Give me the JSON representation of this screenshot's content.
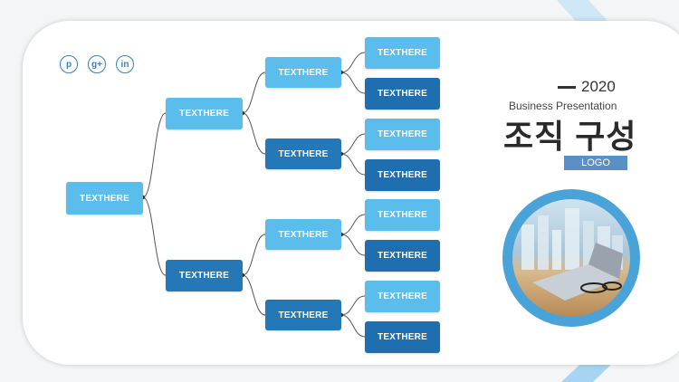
{
  "header": {
    "year": "2020",
    "subtitle": "Business Presentation",
    "title": "조직 구성",
    "logo": "LOGO"
  },
  "social": [
    {
      "icon": "pinterest-icon",
      "glyph": "p"
    },
    {
      "icon": "google-plus-icon",
      "glyph": "g+"
    },
    {
      "icon": "linkedin-icon",
      "glyph": "in"
    }
  ],
  "org": {
    "root": "TEXTHERE",
    "level1": [
      "TEXTHERE",
      "TEXTHERE"
    ],
    "level2": [
      "TEXTHERE",
      "TEXTHERE",
      "TEXTHERE",
      "TEXTHERE"
    ],
    "level3": [
      "TEXTHERE",
      "TEXTHERE",
      "TEXTHERE",
      "TEXTHERE",
      "TEXTHERE",
      "TEXTHERE",
      "TEXTHERE",
      "TEXTHERE"
    ]
  },
  "colors": {
    "light": "#5bbdec",
    "dark": "#2478b8",
    "accent": "#5b8fc6"
  }
}
